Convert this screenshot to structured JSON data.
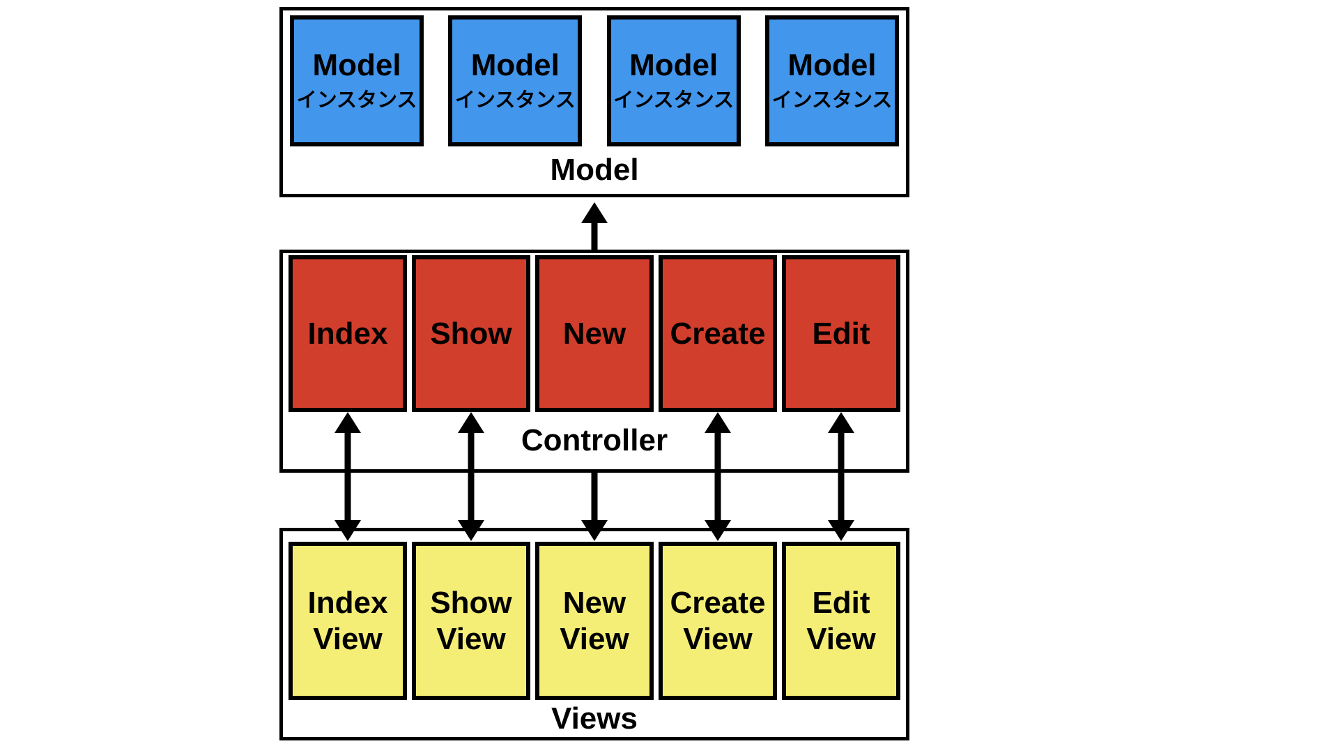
{
  "model_section": {
    "label": "Model",
    "boxes": [
      {
        "title": "Model",
        "subtitle": "インスタンス"
      },
      {
        "title": "Model",
        "subtitle": "インスタンス"
      },
      {
        "title": "Model",
        "subtitle": "インスタンス"
      },
      {
        "title": "Model",
        "subtitle": "インスタンス"
      }
    ]
  },
  "controller_section": {
    "label": "Controller",
    "boxes": [
      {
        "title": "Index"
      },
      {
        "title": "Show"
      },
      {
        "title": "New"
      },
      {
        "title": "Create"
      },
      {
        "title": "Edit"
      }
    ]
  },
  "views_section": {
    "label": "Views",
    "boxes": [
      {
        "line1": "Index",
        "line2": "View"
      },
      {
        "line1": "Show",
        "line2": "View"
      },
      {
        "line1": "New",
        "line2": "View"
      },
      {
        "line1": "Create",
        "line2": "View"
      },
      {
        "line1": "Edit",
        "line2": "View"
      }
    ]
  },
  "arrows": {
    "controller_to_model": "up",
    "index_column": "bidirectional",
    "show_column": "bidirectional",
    "new_column": "down",
    "create_column": "bidirectional",
    "edit_column": "bidirectional"
  },
  "colors": {
    "model_box": "#4296EC",
    "controller_box": "#D23E2C",
    "views_box": "#F5EE76",
    "border": "#000000",
    "background": "#FFFFFF"
  }
}
